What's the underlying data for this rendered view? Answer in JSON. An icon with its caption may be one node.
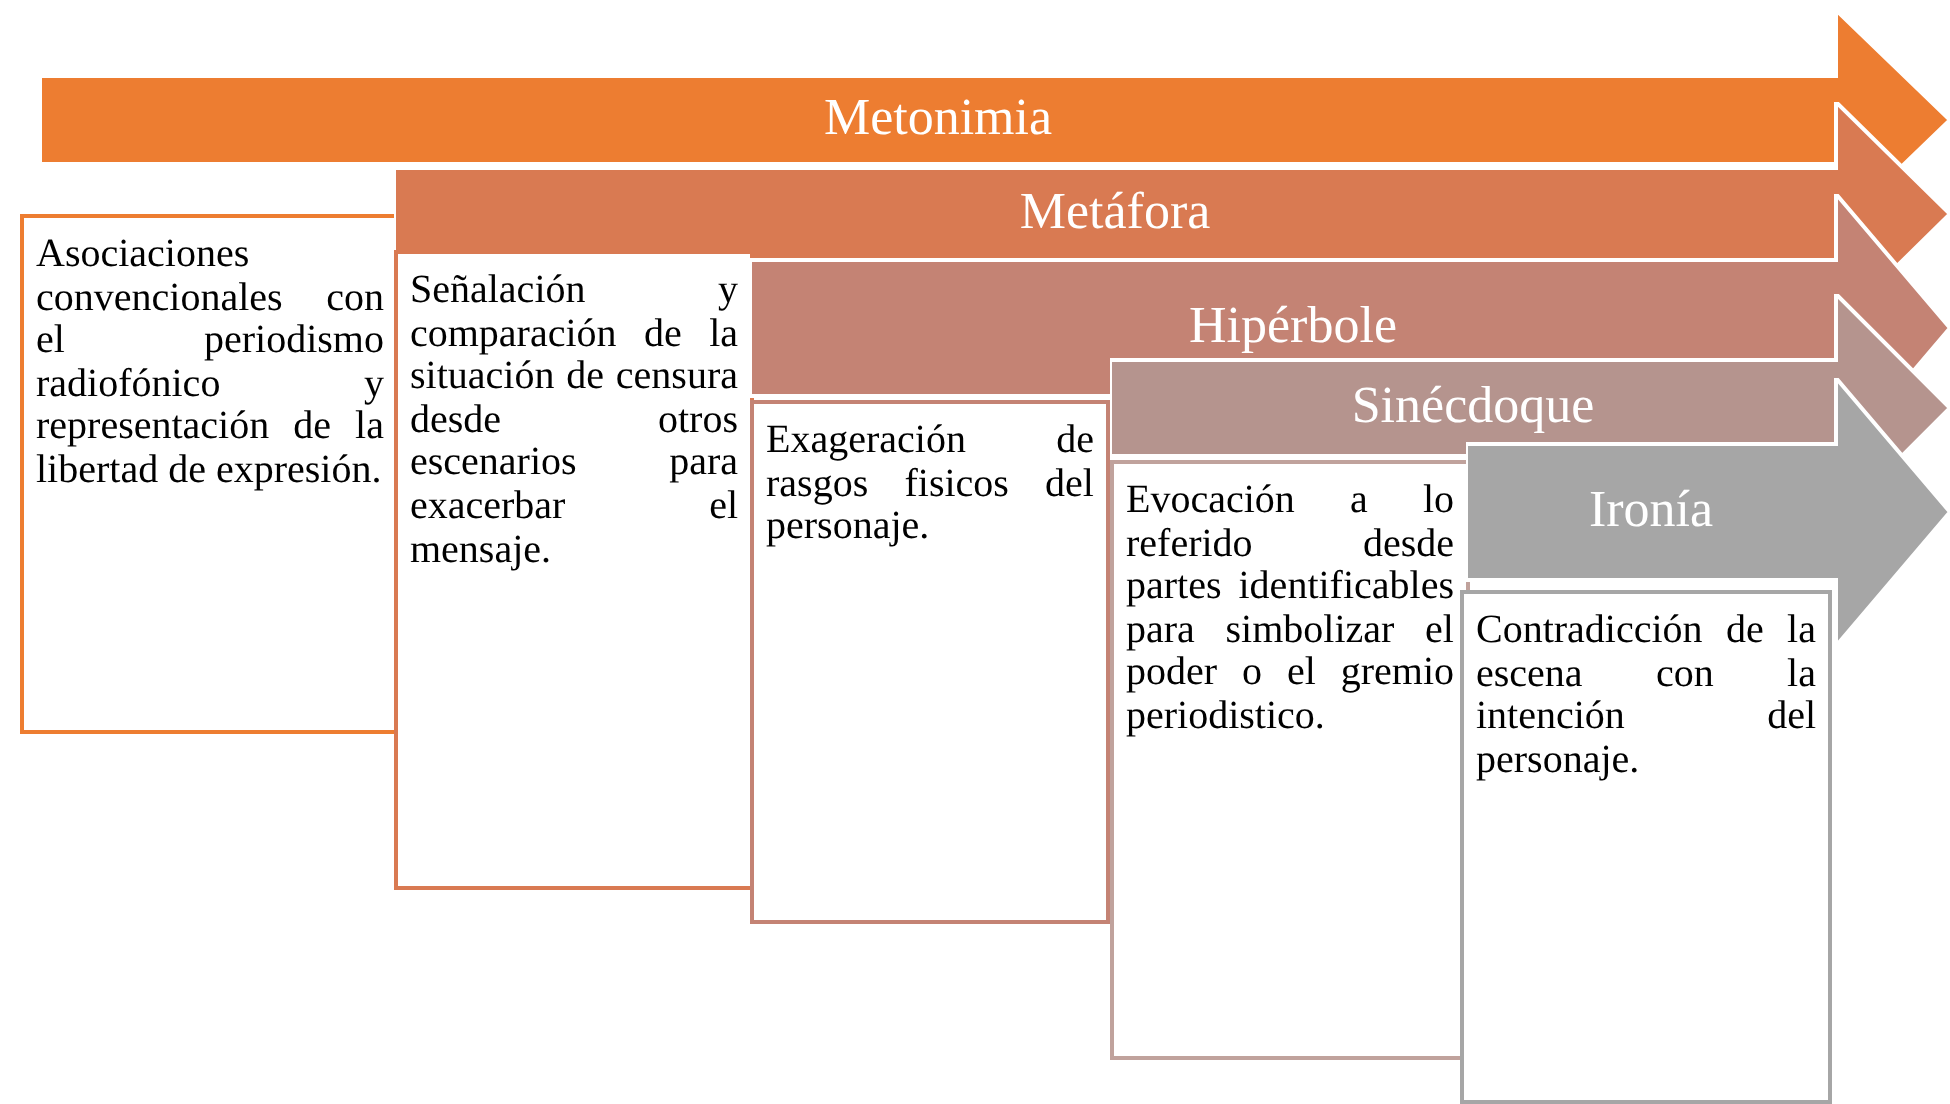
{
  "diagram": {
    "nodes": [
      {
        "text": [
          "Metonimia"
        ]
      },
      {
        "text": [
          "Asociaciones convencionales con el periodismo radiofónico y representación de la libertad de expresión."
        ]
      },
      {
        "text": [
          "Metáfora"
        ]
      },
      {
        "text": [
          "Señalación y comparación de la situación de censura desde otros escenarios para exacerbar el mensaje."
        ]
      },
      {
        "text": [
          "Hipérbole"
        ]
      },
      {
        "text": [
          "Exageración de rasgos fisicos del personaje."
        ]
      },
      {
        "text": [
          "Sinécdoque"
        ]
      },
      {
        "text": [
          "Evocación a lo referido desde partes identificables para simbolizar el poder o el gremio periodistico."
        ]
      },
      {
        "text": [
          "Ironía"
        ]
      },
      {
        "text": [
          "Contradicción de la escena con la intención del personaje."
        ]
      }
    ],
    "edges": []
  }
}
